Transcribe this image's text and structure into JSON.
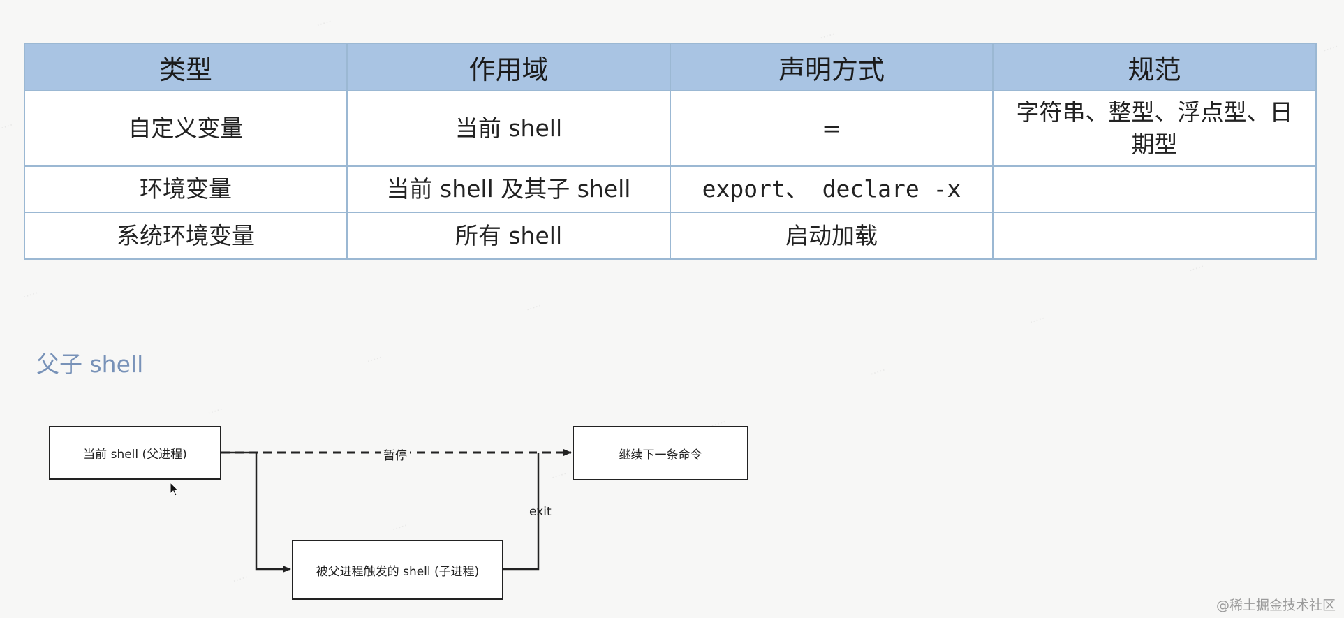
{
  "table": {
    "headers": [
      "类型",
      "作用域",
      "声明方式",
      "规范"
    ],
    "rows": [
      {
        "type": "自定义变量",
        "scope": "当前 shell",
        "declare": "=",
        "spec": "字符串、整型、浮点型、日期型"
      },
      {
        "type": "环境变量",
        "scope": "当前 shell 及其子 shell",
        "declare": "export、 declare -x",
        "spec": ""
      },
      {
        "type": "系统环境变量",
        "scope": "所有 shell",
        "declare": "启动加载",
        "spec": ""
      }
    ]
  },
  "section": {
    "title": "父子 shell"
  },
  "diagram": {
    "parent_box": "当前 shell (父进程)",
    "next_box": "继续下一条命令",
    "child_box": "被父进程触发的 shell (子进程)",
    "pause_label": "暂停",
    "exit_label": "exit"
  },
  "credit": "@稀土掘金技术社区",
  "colors": {
    "header_bg": "#a9c4e3",
    "border": "#9bb8d3",
    "title": "#7892b8"
  }
}
